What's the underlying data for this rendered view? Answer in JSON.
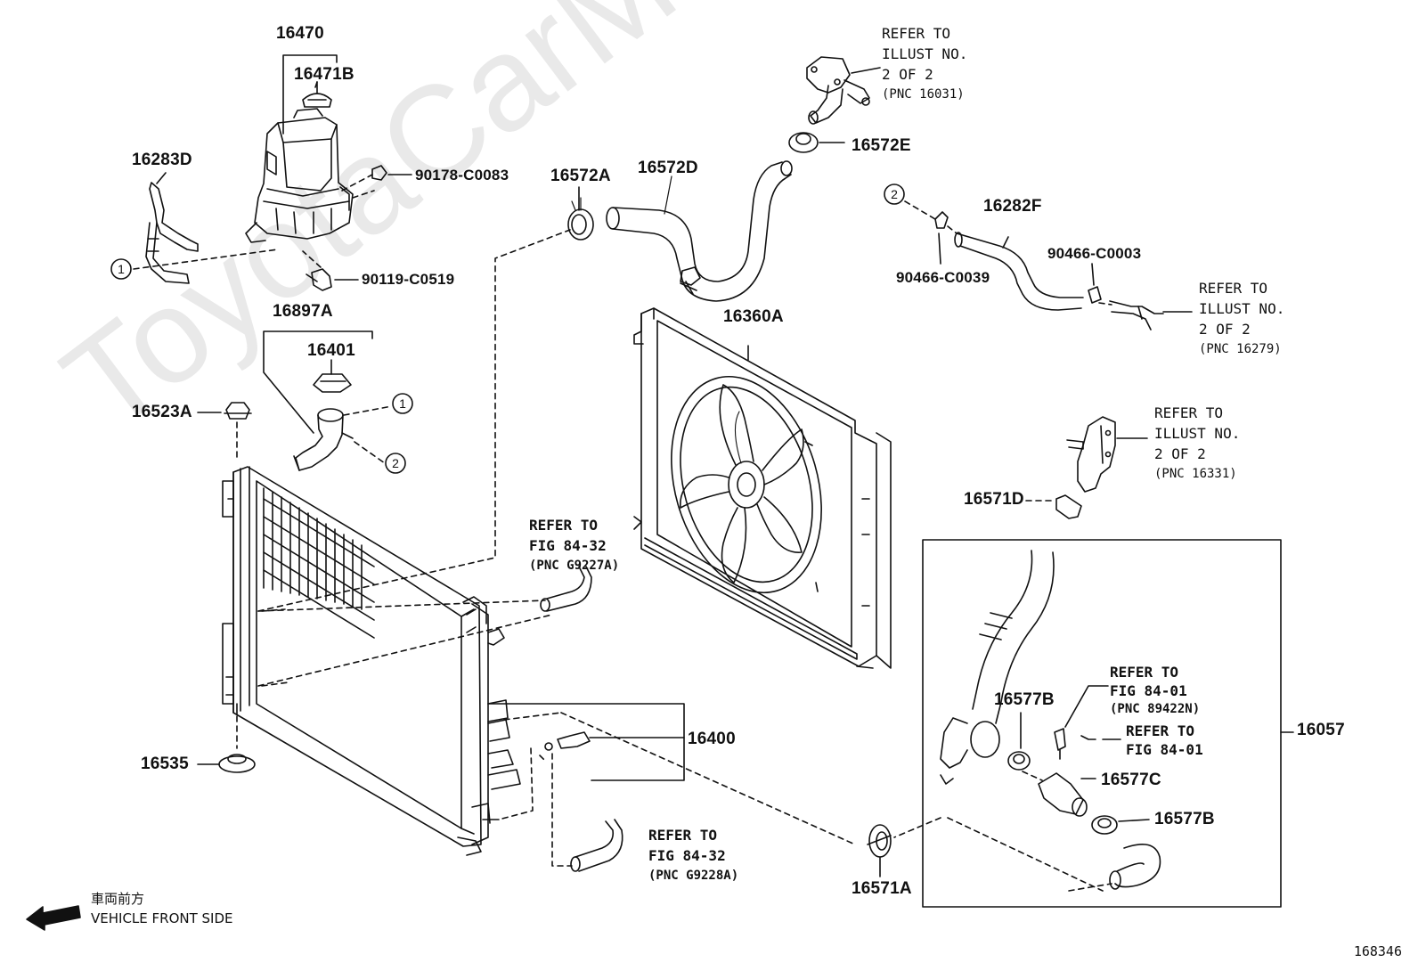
{
  "watermark": "ToyotaCarMine.ru",
  "illustration_number": "168346",
  "front_label": {
    "japanese": "車両前方",
    "english": "VEHICLE FRONT SIDE"
  },
  "callout_circles": [
    "1",
    "2"
  ],
  "parts": {
    "p16470": "16470",
    "p16471B": "16471B",
    "p16283D": "16283D",
    "p90178": "90178-C0083",
    "p90119": "90119-C0519",
    "p16897A": "16897A",
    "p16401": "16401",
    "p16523A": "16523A",
    "p16535": "16535",
    "p16572A": "16572A",
    "p16572D": "16572D",
    "p16572E": "16572E",
    "p16282F": "16282F",
    "p90466_0003": "90466-C0003",
    "p90466_0039": "90466-C0039",
    "p16360A": "16360A",
    "p16571D": "16571D",
    "p16400": "16400",
    "p16057": "16057",
    "p16577B_top": "16577B",
    "p16577C": "16577C",
    "p16577B_bottom": "16577B",
    "p16571A": "16571A"
  },
  "refs": {
    "r16031": {
      "l1": "REFER TO",
      "l2": "ILLUST NO.",
      "l3": "2 OF 2",
      "l4": "(PNC 16031)"
    },
    "r16279": {
      "l1": "REFER TO",
      "l2": "ILLUST NO.",
      "l3": "2 OF 2",
      "l4": "(PNC 16279)"
    },
    "r16331": {
      "l1": "REFER TO",
      "l2": "ILLUST NO.",
      "l3": "2 OF 2",
      "l4": "(PNC 16331)"
    },
    "rG9227A": {
      "l1": "REFER TO",
      "l2": "FIG 84-32",
      "l3": "(PNC G9227A)"
    },
    "rG9228A": {
      "l1": "REFER TO",
      "l2": "FIG 84-32",
      "l3": "(PNC G9228A)"
    },
    "r89422N": {
      "l1": "REFER TO",
      "l2": "FIG 84-01",
      "l3": "(PNC 89422N)"
    },
    "r8401": {
      "l1": "REFER TO",
      "l2": "FIG 84-01"
    }
  }
}
